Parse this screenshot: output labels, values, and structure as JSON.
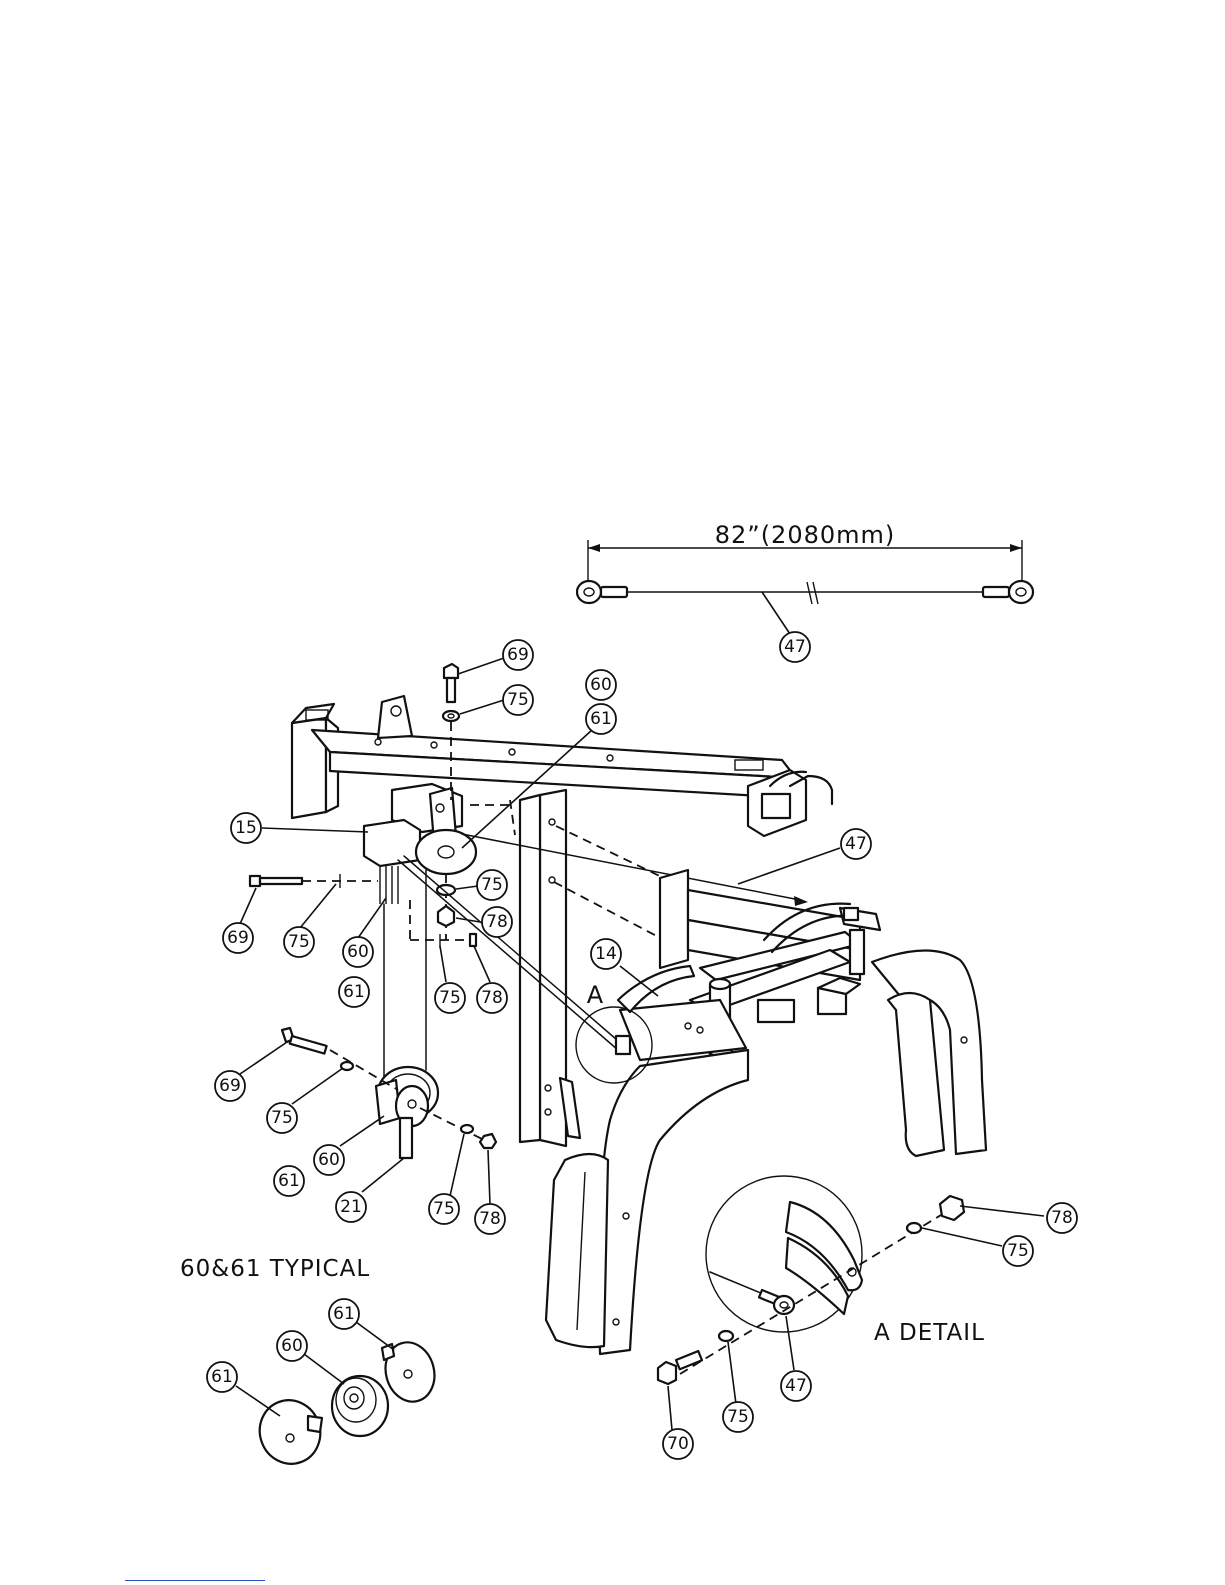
{
  "dimension": {
    "label": "82”(2080mm)"
  },
  "captions": {
    "typical": "60&61 TYPICAL",
    "detail": "A DETAIL",
    "detail_marker": "A"
  },
  "callouts": [
    {
      "id": "c47a",
      "label": "47"
    },
    {
      "id": "c69a",
      "label": "69"
    },
    {
      "id": "c75a",
      "label": "75"
    },
    {
      "id": "c60a",
      "label": "60"
    },
    {
      "id": "c61a",
      "label": "61"
    },
    {
      "id": "c15",
      "label": "15"
    },
    {
      "id": "c47b",
      "label": "47"
    },
    {
      "id": "c69b",
      "label": "69"
    },
    {
      "id": "c75b",
      "label": "75"
    },
    {
      "id": "c60b",
      "label": "60"
    },
    {
      "id": "c61b",
      "label": "61"
    },
    {
      "id": "c75c",
      "label": "75"
    },
    {
      "id": "c78a",
      "label": "78"
    },
    {
      "id": "c75d",
      "label": "75"
    },
    {
      "id": "c78b",
      "label": "78"
    },
    {
      "id": "c14",
      "label": "14"
    },
    {
      "id": "c69c",
      "label": "69"
    },
    {
      "id": "c75e",
      "label": "75"
    },
    {
      "id": "c60c",
      "label": "60"
    },
    {
      "id": "c61c",
      "label": "61"
    },
    {
      "id": "c21",
      "label": "21"
    },
    {
      "id": "c75f",
      "label": "75"
    },
    {
      "id": "c78c",
      "label": "78"
    },
    {
      "id": "c78d",
      "label": "78"
    },
    {
      "id": "c75g",
      "label": "75"
    },
    {
      "id": "c47c",
      "label": "47"
    },
    {
      "id": "c70",
      "label": "70"
    },
    {
      "id": "c75h",
      "label": "75"
    },
    {
      "id": "c61d",
      "label": "61"
    },
    {
      "id": "c60d",
      "label": "60"
    },
    {
      "id": "c61e",
      "label": "61"
    }
  ]
}
